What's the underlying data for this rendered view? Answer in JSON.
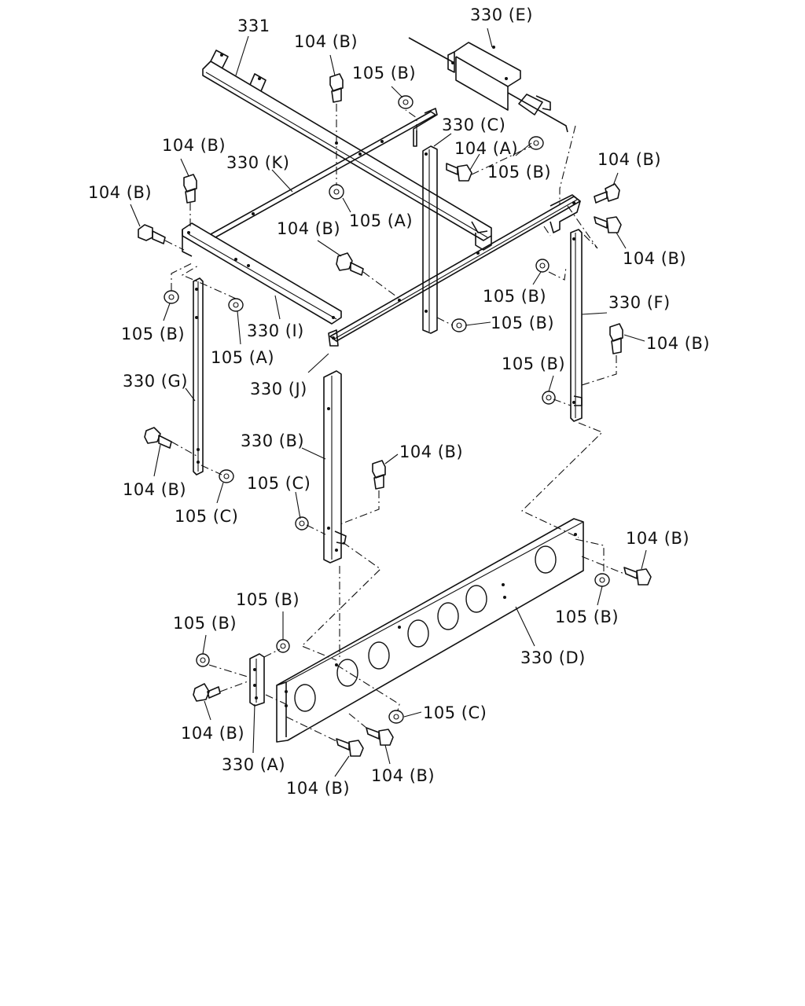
{
  "labels": {
    "l_331": "331",
    "l_330E": "330 (E)",
    "l_104B_top": "104 (B)",
    "l_105B_top": "105 (B)",
    "l_330C": "330 (C)",
    "l_104A": "104 (A)",
    "l_105B_c": "105 (B)",
    "l_104B_upleft": "104 (B)",
    "l_330K": "330 (K)",
    "l_104B_right1": "104 (B)",
    "l_104B_left": "104 (B)",
    "l_105A_mid": "105 (A)",
    "l_104B_mid": "104 (B)",
    "l_104B_right2": "104 (B)",
    "l_105B_right1": "105 (B)",
    "l_330F": "330 (F)",
    "l_105B_left": "105 (B)",
    "l_330I": "330 (I)",
    "l_105B_mid": "105 (B)",
    "l_105A_left": "105 (A)",
    "l_104B_right3": "104 (B)",
    "l_330G": "330 (G)",
    "l_105B_right2": "105 (B)",
    "l_330J": "330 (J)",
    "l_330B": "330 (B)",
    "l_104B_center": "104 (B)",
    "l_104B_leftlow": "104 (B)",
    "l_105C_center": "105 (C)",
    "l_105C_left": "105 (C)",
    "l_104B_right4": "104 (B)",
    "l_105B_bot1": "105 (B)",
    "l_105B_bot2": "105 (B)",
    "l_105B_right3": "105 (B)",
    "l_330D": "330 (D)",
    "l_105C_bot": "105 (C)",
    "l_104B_bot1": "104 (B)",
    "l_330A": "330 (A)",
    "l_104B_bot2": "104 (B)",
    "l_104B_bot3": "104 (B)"
  }
}
